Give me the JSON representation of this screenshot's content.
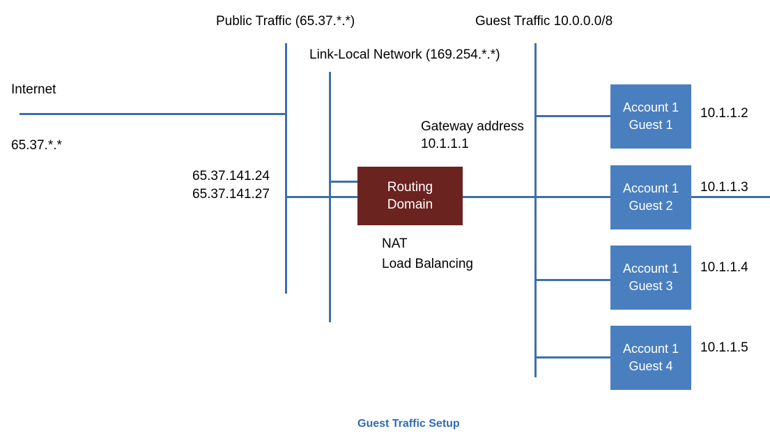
{
  "diagram": {
    "caption": "Guest Traffic Setup",
    "colors": {
      "line": "#3d6fa8",
      "guest_box": "#4a7fbf",
      "router_box": "#6b2320",
      "caption_text": "#2f6bb5",
      "label_text": "#000000"
    },
    "top_labels": {
      "public_traffic": "Public Traffic (65.37.*.*)",
      "guest_traffic": "Guest Traffic 10.0.0.0/8",
      "link_local": "Link-Local Network (169.254.*.*)"
    },
    "left_labels": {
      "internet": "Internet",
      "internet_range": "65.37.*.*"
    },
    "router_interface_labels": [
      "65.37.141.24",
      "65.37.141.27"
    ],
    "gateway": {
      "title": "Gateway address",
      "address": "10.1.1.1"
    },
    "router": {
      "line1": "Routing",
      "line2": "Domain",
      "functions": [
        "NAT",
        "Load Balancing"
      ]
    },
    "guests": [
      {
        "account": "Account 1",
        "guest": "Guest 1",
        "ip": "10.1.1.2"
      },
      {
        "account": "Account 1",
        "guest": "Guest 2",
        "ip": "10.1.1.3"
      },
      {
        "account": "Account 1",
        "guest": "Guest 3",
        "ip": "10.1.1.4"
      },
      {
        "account": "Account 1",
        "guest": "Guest 4",
        "ip": "10.1.1.5"
      }
    ]
  }
}
